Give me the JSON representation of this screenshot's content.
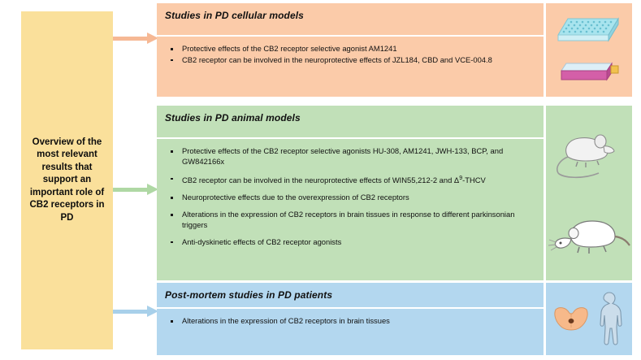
{
  "source": {
    "label": "Overview of the most relevant results that support an important role of CB2 receptors in PD",
    "color": "#FAE09B"
  },
  "arrows": [
    {
      "name": "arrow-to-cellular",
      "color": "#F6B894"
    },
    {
      "name": "arrow-to-animal",
      "color": "#AFD8A4"
    },
    {
      "name": "arrow-to-postmortem",
      "color": "#A8D0EA"
    }
  ],
  "panels": [
    {
      "id": "cellular",
      "title": "Studies in PD cellular models",
      "color": "#FBCBA9",
      "bullets": [
        "Protective effects of the CB2 receptor selective agonist AM1241",
        "CB2 receptor can be involved in the neuroprotective effects of JZL184, CBD and VCE-004.8"
      ],
      "images": [
        "microplate-icon",
        "culture-flask-icon"
      ]
    },
    {
      "id": "animal",
      "title": "Studies in PD animal models",
      "color": "#C1E0B8",
      "bullets": [
        "Protective effects of the CB2 receptor selective agonists HU-308, AM1241, JWH-133, BCP, and GW842166x",
        "CB2 receptor can be involved in the neuroprotective effects of WIN55,212-2 and Δ9-THCV",
        "Neuroprotective effects due to the overexpression of CB2 receptors",
        "Alterations in the expression of CB2 receptors in brain tissues in response to different parkinsonian triggers",
        "Anti-dyskinetic effects of CB2 receptor agonists"
      ],
      "images": [
        "mouse-icon",
        "rat-icon"
      ]
    },
    {
      "id": "postmortem",
      "title": "Post-mortem studies in PD patients",
      "color": "#B3D7EF",
      "bullets": [
        "Alterations in the expression of CB2 receptors in brain tissues"
      ],
      "images": [
        "brain-section-icon",
        "human-body-icon"
      ]
    }
  ]
}
